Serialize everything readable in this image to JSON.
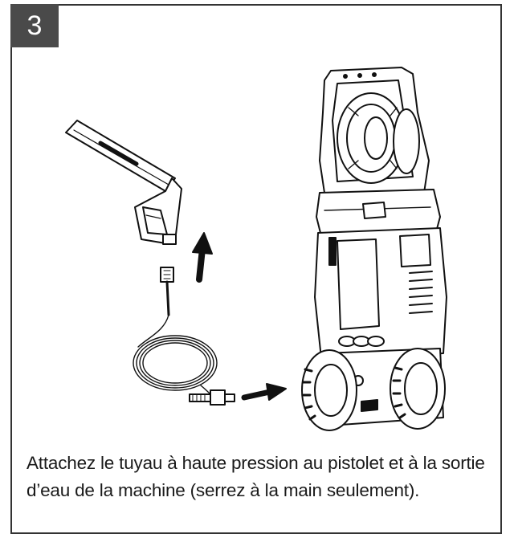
{
  "step": {
    "number": "3"
  },
  "caption": {
    "line1": "Attachez le tuyau à haute pression au pistolet et à la sortie",
    "line2": "d’eau de la machine (serrez à la main seulement)."
  },
  "illustration": {
    "items": [
      "spray-gun",
      "high-pressure-hose",
      "pressure-washer"
    ],
    "arrows": [
      "up",
      "right"
    ]
  }
}
